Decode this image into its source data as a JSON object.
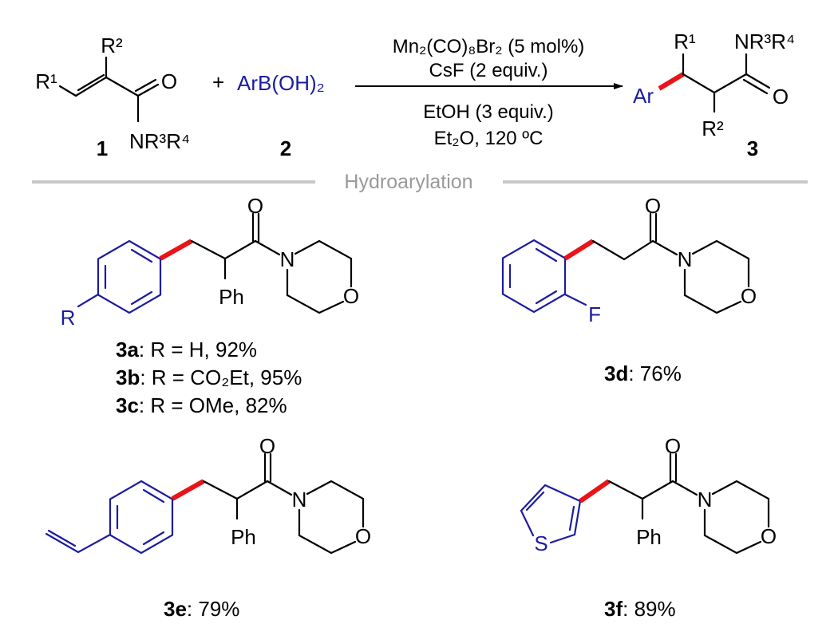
{
  "scheme": {
    "reactant1": {
      "r1": "R¹",
      "r2": "R²",
      "o": "O",
      "amine": "NR³R⁴",
      "label": "1"
    },
    "plus": "+",
    "reactant2": {
      "formula": "ArB(OH)₂",
      "label": "2"
    },
    "conditions": {
      "above": [
        "Mn₂(CO)₈Br₂ (5 mol%)",
        "CsF (2 equiv.)"
      ],
      "below": [
        "EtOH (3 equiv.)",
        "Et₂O, 120 ºC"
      ]
    },
    "product": {
      "ar": "Ar",
      "r1": "R¹",
      "r2": "R²",
      "o": "O",
      "amine": "NR³R⁴",
      "label": "3"
    }
  },
  "section_title": "Hydroarylation",
  "atoms": {
    "o": "O",
    "n": "N",
    "ph": "Ph",
    "r": "R",
    "f": "F",
    "s": "S"
  },
  "compounds": {
    "a": {
      "id": "3a",
      "text": ": R = H, 92%"
    },
    "b": {
      "id": "3b",
      "text": ": R = CO₂Et, 95%"
    },
    "c": {
      "id": "3c",
      "text": ": R = OMe, 82%"
    },
    "d": {
      "id": "3d",
      "text": ": 76%"
    },
    "e": {
      "id": "3e",
      "text": ": 79%"
    },
    "f": {
      "id": "3f",
      "text": ": 89%"
    }
  },
  "colors": {
    "aryl": "#1c1ca0",
    "new_bond": "#e8141a",
    "divider": "#c8c8c8"
  }
}
